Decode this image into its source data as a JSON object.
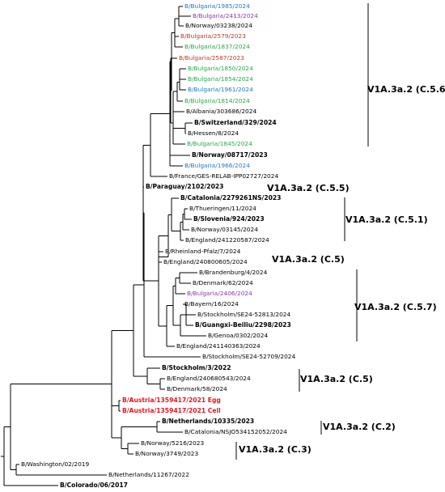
{
  "colors": {
    "black": "#000000",
    "blue": "#1f78c8",
    "purple": "#8b3aa8",
    "red_tip": "#c0392b",
    "green": "#2aa84a",
    "bright_red": "#e8141c"
  },
  "tips": [
    {
      "label": "B/Bulgaria/1985/2024",
      "color": "blue",
      "bold": false
    },
    {
      "label": "B/Bulgaria/2413/2024",
      "color": "purple",
      "bold": false
    },
    {
      "label": "B/Norway/03238/2024",
      "color": "black",
      "bold": false
    },
    {
      "label": "B/Bulgaria/2579/2023",
      "color": "red_tip",
      "bold": false
    },
    {
      "label": "B/Bulgaria/1837/2024",
      "color": "green",
      "bold": false
    },
    {
      "label": "B/Bulgaria/2587/2023",
      "color": "red_tip",
      "bold": false
    },
    {
      "label": "B/Bulgaria/1850/2024",
      "color": "green",
      "bold": false
    },
    {
      "label": "B/Bulgaria/1854/2024",
      "color": "green",
      "bold": false
    },
    {
      "label": "B/Bulgaria/1961/2024",
      "color": "blue",
      "bold": false
    },
    {
      "label": "B/Bulgaria/1814/2024",
      "color": "green",
      "bold": false
    },
    {
      "label": "B/Albania/303686/2024",
      "color": "black",
      "bold": false
    },
    {
      "label": "B/Switzerland/329/2024",
      "color": "black",
      "bold": true
    },
    {
      "label": "B/Hessen/8/2024",
      "color": "black",
      "bold": false
    },
    {
      "label": "B/Bulgaria/1845/2024",
      "color": "green",
      "bold": false
    },
    {
      "label": "B/Norway/08717/2023",
      "color": "black",
      "bold": true
    },
    {
      "label": "B/Bulgaria/1966/2024",
      "color": "blue",
      "bold": false
    },
    {
      "label": "B/France/GES-RELAB-IPP02727/2024",
      "color": "black",
      "bold": false
    },
    {
      "label": "B/Paraguay/2102/2023",
      "color": "black",
      "bold": true
    },
    {
      "label": "B/Catalonia/2279261NS/2023",
      "color": "black",
      "bold": true
    },
    {
      "label": "B/Thueringen/11/2024",
      "color": "black",
      "bold": false
    },
    {
      "label": "B/Slovenia/924/2023",
      "color": "black",
      "bold": true
    },
    {
      "label": "B/Norway/03145/2024",
      "color": "black",
      "bold": false
    },
    {
      "label": "B/England/241220587/2024",
      "color": "black",
      "bold": false
    },
    {
      "label": "B/Rheinland-Pfalz/7/2024",
      "color": "black",
      "bold": false
    },
    {
      "label": "B/England/240800605/2024",
      "color": "black",
      "bold": false
    },
    {
      "label": "B/Brandenburg/4/2024",
      "color": "black",
      "bold": false
    },
    {
      "label": "B/Denmark/62/2024",
      "color": "black",
      "bold": false
    },
    {
      "label": "B/Bulgaria/2406/2024",
      "color": "purple",
      "bold": false
    },
    {
      "label": "B/Bayern/16/2024",
      "color": "black",
      "bold": false
    },
    {
      "label": "B/Stockholm/SE24-52813/2024",
      "color": "black",
      "bold": false
    },
    {
      "label": "B/Guangxi-Beiliu/2298/2023",
      "color": "black",
      "bold": true
    },
    {
      "label": "B/Genoa/0302/2024",
      "color": "black",
      "bold": false
    },
    {
      "label": "B/England/241140363/2024",
      "color": "black",
      "bold": false
    },
    {
      "label": "B/Stockholm/SE24-52709/2024",
      "color": "black",
      "bold": false
    },
    {
      "label": "B/Stockholm/3/2022",
      "color": "black",
      "bold": true
    },
    {
      "label": "B/England/240680543/2024",
      "color": "black",
      "bold": false
    },
    {
      "label": "B/Denmark/58/2024",
      "color": "black",
      "bold": false
    },
    {
      "label": "B/Austria/1359417/2021 Egg",
      "color": "bright_red",
      "bold": true
    },
    {
      "label": "B/Austria/1359417/2021 Cell",
      "color": "bright_red",
      "bold": true
    },
    {
      "label": "B/Netherlands/10335/2023",
      "color": "black",
      "bold": true
    },
    {
      "label": "B/Catalonia/NSJO534152052/2024",
      "color": "black",
      "bold": false
    },
    {
      "label": "B/Norway/5216/2023",
      "color": "black",
      "bold": false
    },
    {
      "label": "B/Norway/3749/2023",
      "color": "black",
      "bold": false
    },
    {
      "label": "B/Washington/02/2019",
      "color": "black",
      "bold": false
    },
    {
      "label": "B/Netherlands/11267/2022",
      "color": "black",
      "bold": false
    },
    {
      "label": "B/Colorado/06/2017",
      "color": "black",
      "bold": true
    }
  ],
  "clades": [
    {
      "label": "V1A.3a.2 (C.5.6)",
      "from": 0,
      "to": 16
    },
    {
      "label": "V1A.3a.2 (C.5.5)",
      "from": 17,
      "to": 17
    },
    {
      "label": "V1A.3a.2 (C.5.1)",
      "from": 18,
      "to": 22
    },
    {
      "label": "V1A.3a.2 (C.5)",
      "from": 23,
      "to": 24
    },
    {
      "label": "V1A.3a.2 (C.5.7)",
      "from": 25,
      "to": 31
    },
    {
      "label": "V1A.3a.2 (C.5)",
      "from": 34,
      "to": 36
    },
    {
      "label": "V1A.3a.2 (C.2)",
      "from": 39,
      "to": 40
    },
    {
      "label": "V1A.3a.2 (C.3)",
      "from": 41,
      "to": 42
    }
  ]
}
